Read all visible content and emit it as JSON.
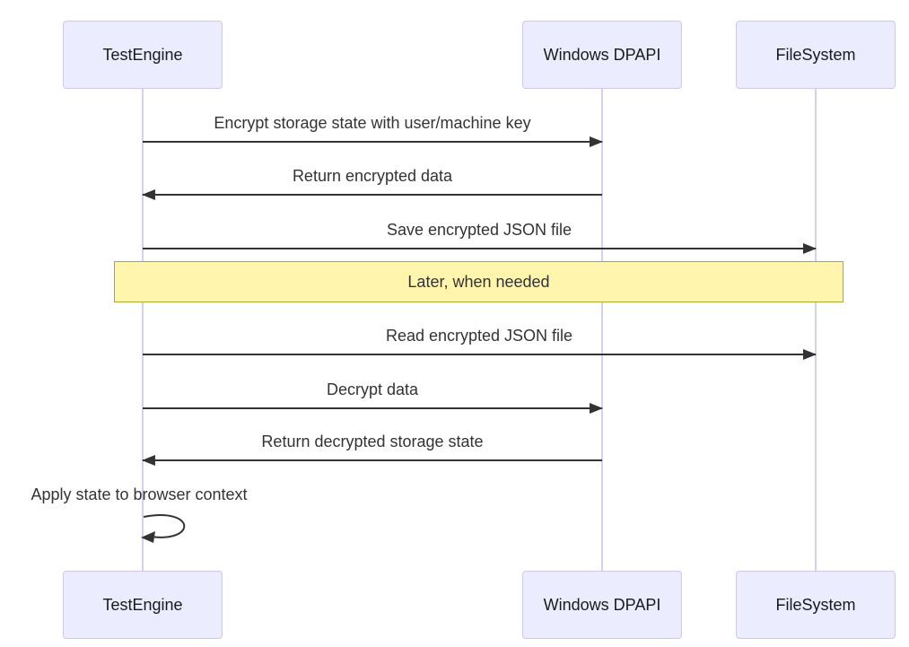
{
  "diagram": {
    "kind": "sequence-diagram"
  },
  "actors": [
    {
      "name": "TestEngine"
    },
    {
      "name": "Windows DPAPI"
    },
    {
      "name": "FileSystem"
    }
  ],
  "messages": [
    {
      "from": "TestEngine",
      "to": "Windows DPAPI",
      "direction": "right",
      "label": "Encrypt storage state with user/machine key"
    },
    {
      "from": "Windows DPAPI",
      "to": "TestEngine",
      "direction": "left",
      "label": "Return encrypted data"
    },
    {
      "from": "TestEngine",
      "to": "FileSystem",
      "direction": "right",
      "label": "Save encrypted JSON file"
    },
    {
      "from": "TestEngine",
      "to": "FileSystem",
      "direction": "right",
      "label": "Read encrypted JSON file"
    },
    {
      "from": "TestEngine",
      "to": "Windows DPAPI",
      "direction": "right",
      "label": "Decrypt data"
    },
    {
      "from": "Windows DPAPI",
      "to": "TestEngine",
      "direction": "left",
      "label": "Return decrypted storage state"
    },
    {
      "from": "TestEngine",
      "to": "TestEngine",
      "direction": "self",
      "label": "Apply state to browser context"
    }
  ],
  "note": {
    "label": "Later, when needed",
    "span": "over all actors"
  },
  "colors": {
    "actor_fill": "#ECECFF",
    "actor_border": "#CFC7EC",
    "lifeline": "#D6D0EF",
    "note_fill": "#FFF5AD",
    "note_border": "#AAAA33",
    "arrow": "#333333",
    "text": "#333333",
    "background": "#FFFFFF"
  }
}
